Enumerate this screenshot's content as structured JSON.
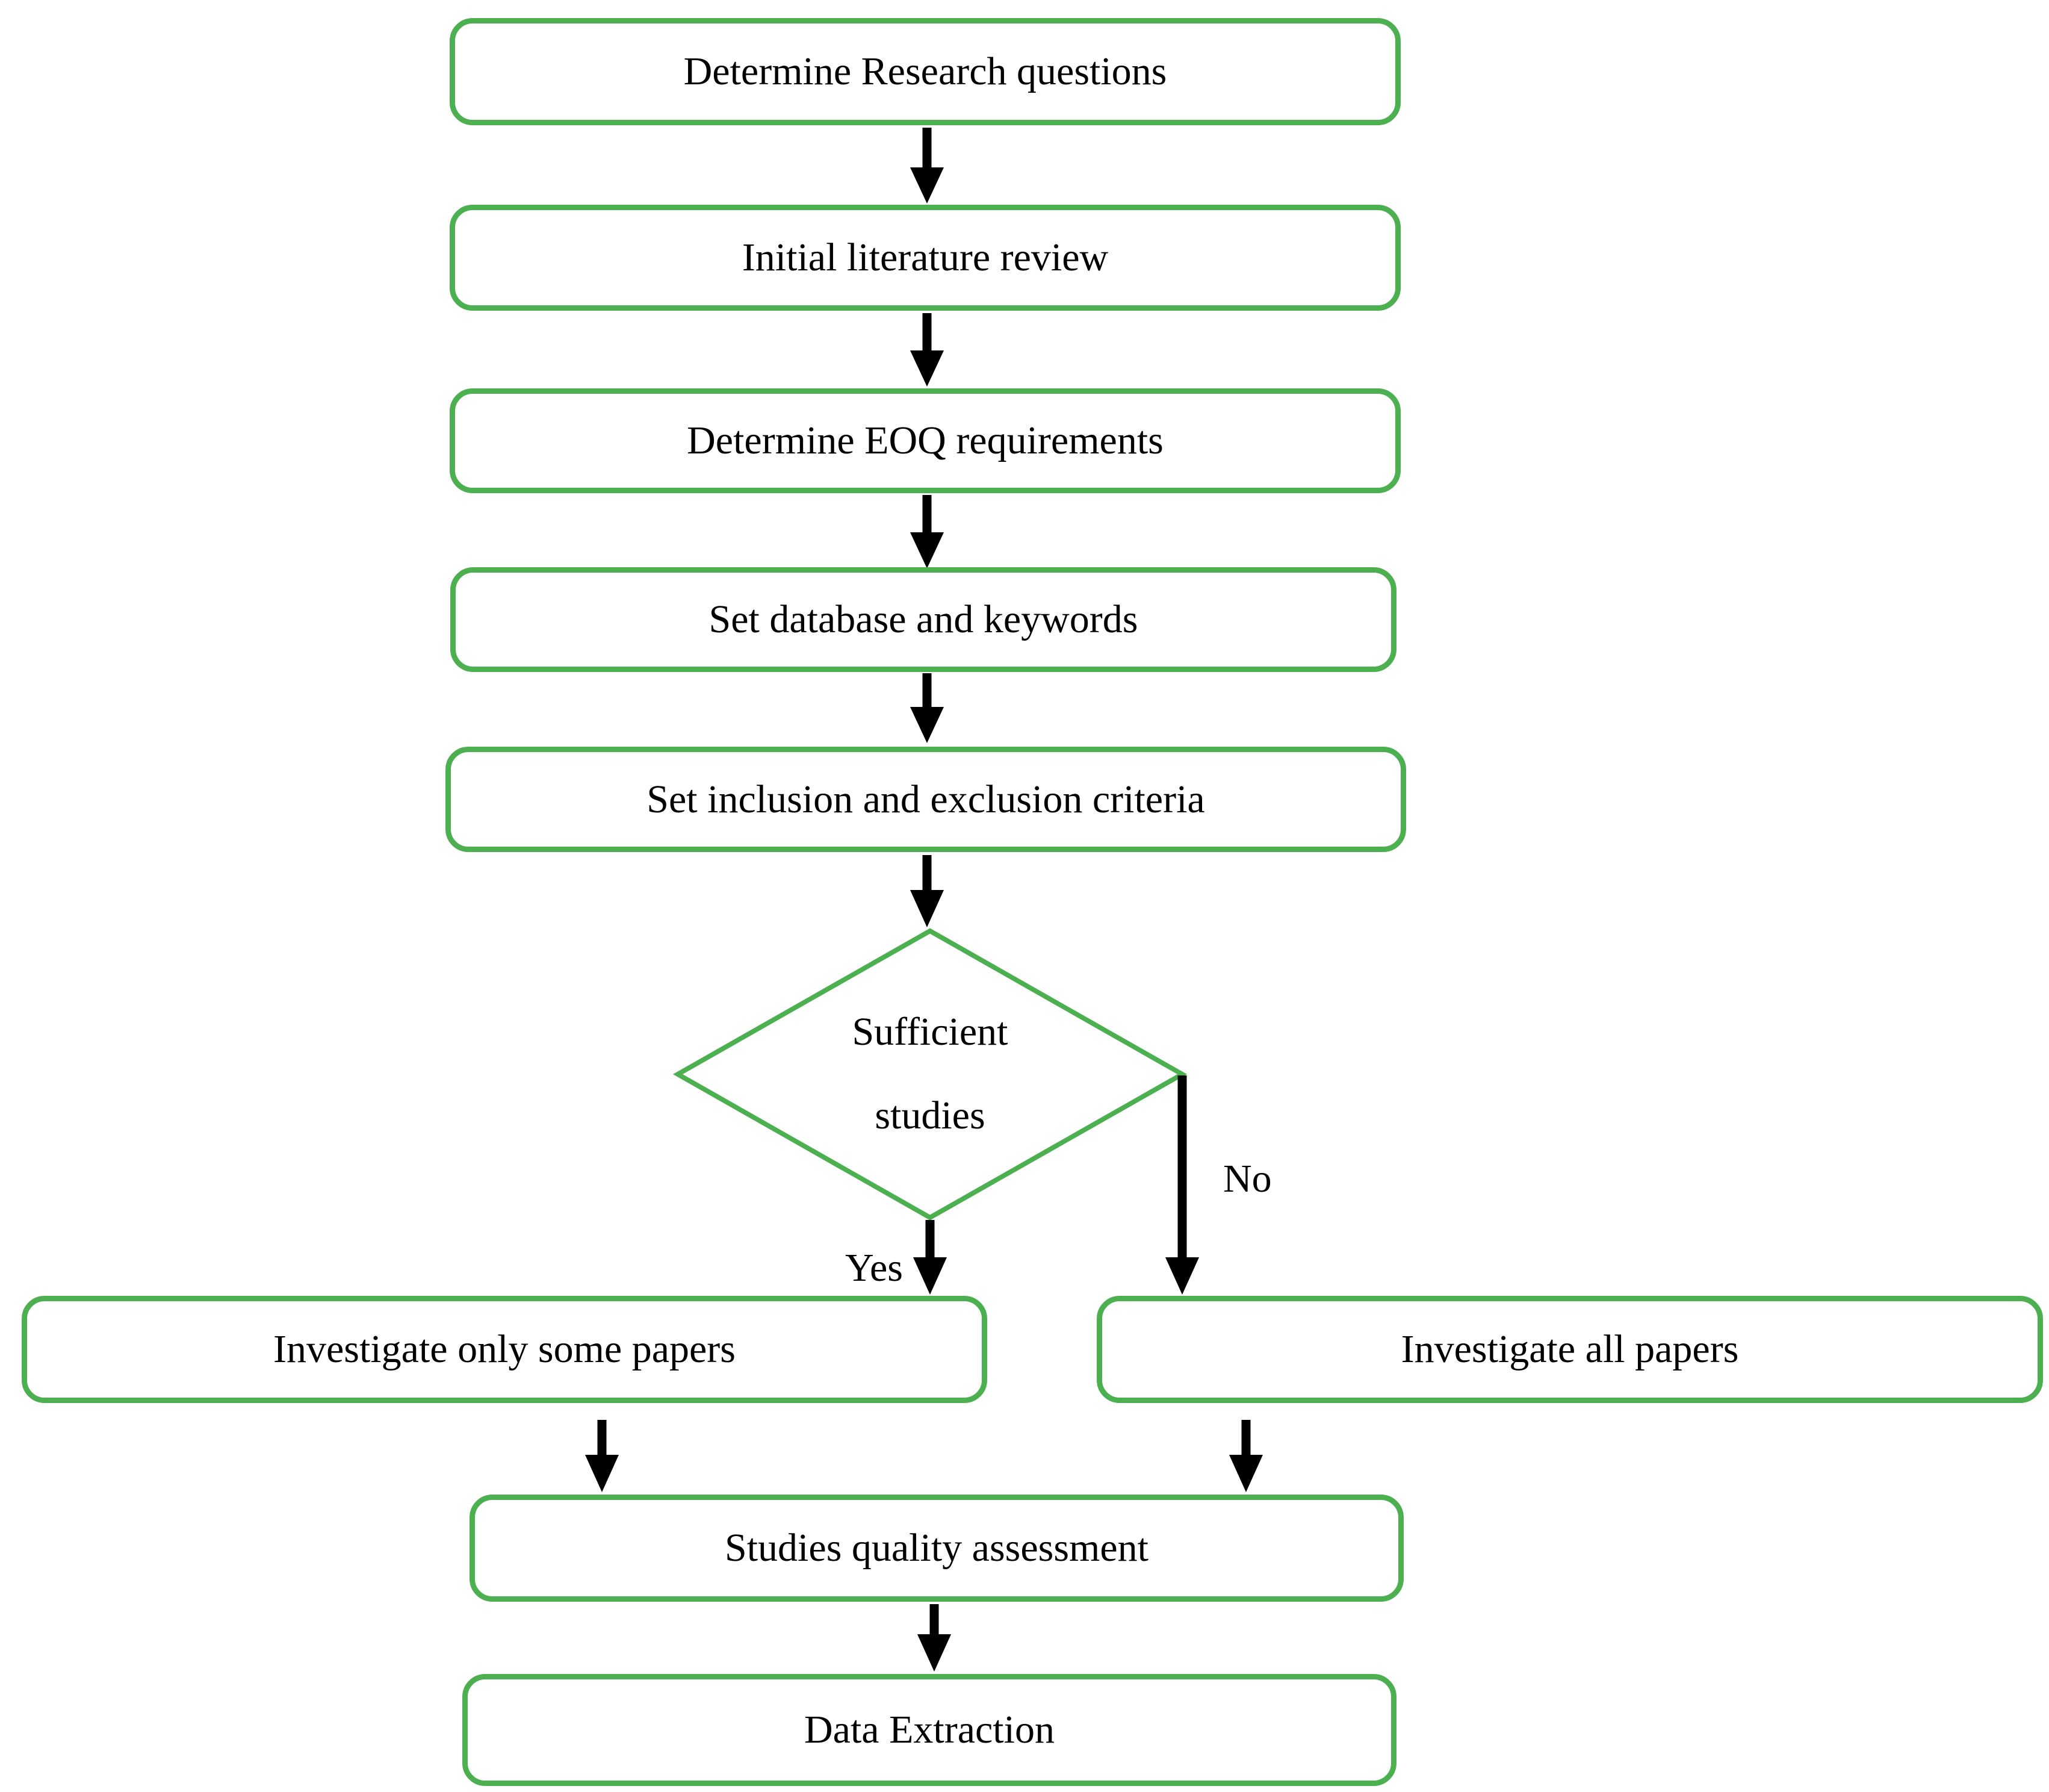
{
  "diagram": {
    "type": "flowchart",
    "title": "",
    "colors": {
      "node_border": "#4cb050",
      "node_fill": "#ffffff",
      "arrow": "#000000",
      "text": "#000000",
      "background": "#ffffff"
    },
    "nodes": [
      {
        "id": "determine-research-questions",
        "shape": "rounded-rect",
        "label": "Determine Research questions"
      },
      {
        "id": "initial-literature-review",
        "shape": "rounded-rect",
        "label": "Initial literature review"
      },
      {
        "id": "determine-eoq-requirements",
        "shape": "rounded-rect",
        "label": "Determine EOQ requirements"
      },
      {
        "id": "set-database-and-keywords",
        "shape": "rounded-rect",
        "label": "Set database and keywords"
      },
      {
        "id": "set-inclusion-and-exclusion-criteria",
        "shape": "rounded-rect",
        "label": "Set inclusion and exclusion criteria"
      },
      {
        "id": "sufficient-studies",
        "shape": "diamond",
        "label": "Sufficient studies",
        "label_lines": [
          "Sufficient",
          "studies"
        ]
      },
      {
        "id": "investigate-only-some-papers",
        "shape": "rounded-rect",
        "label": "Investigate only some papers"
      },
      {
        "id": "investigate-all-papers",
        "shape": "rounded-rect",
        "label": "Investigate all papers"
      },
      {
        "id": "studies-quality-assessment",
        "shape": "rounded-rect",
        "label": "Studies quality assessment"
      },
      {
        "id": "data-extraction",
        "shape": "rounded-rect",
        "label": "Data Extraction"
      }
    ],
    "edges": [
      {
        "from": "determine-research-questions",
        "to": "initial-literature-review",
        "label": ""
      },
      {
        "from": "initial-literature-review",
        "to": "determine-eoq-requirements",
        "label": ""
      },
      {
        "from": "determine-eoq-requirements",
        "to": "set-database-and-keywords",
        "label": ""
      },
      {
        "from": "set-database-and-keywords",
        "to": "set-inclusion-and-exclusion-criteria",
        "label": ""
      },
      {
        "from": "set-inclusion-and-exclusion-criteria",
        "to": "sufficient-studies",
        "label": ""
      },
      {
        "from": "sufficient-studies",
        "to": "investigate-only-some-papers",
        "label": "Yes"
      },
      {
        "from": "sufficient-studies",
        "to": "investigate-all-papers",
        "label": "No"
      },
      {
        "from": "investigate-only-some-papers",
        "to": "studies-quality-assessment",
        "label": ""
      },
      {
        "from": "investigate-all-papers",
        "to": "studies-quality-assessment",
        "label": ""
      },
      {
        "from": "studies-quality-assessment",
        "to": "data-extraction",
        "label": ""
      }
    ]
  }
}
